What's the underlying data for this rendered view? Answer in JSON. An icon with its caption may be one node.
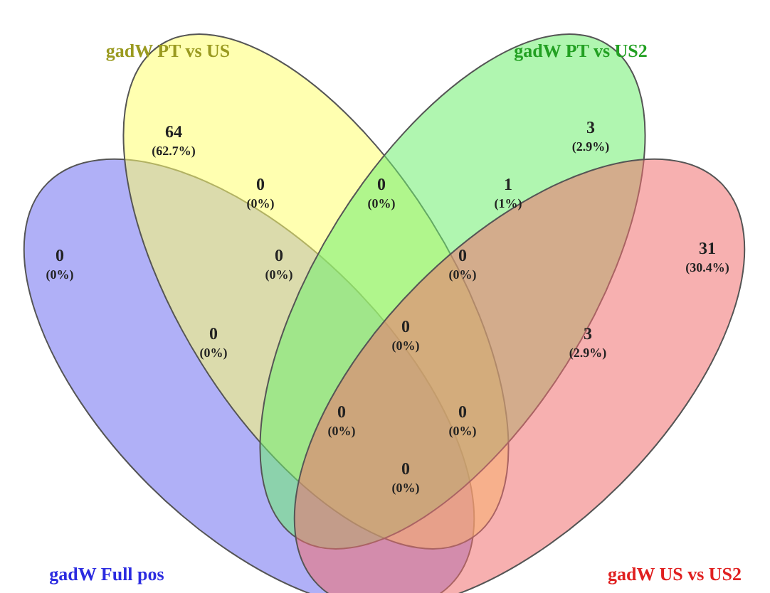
{
  "diagram": {
    "nodes": [
      {
        "text": [
          "gadW Full pos"
        ]
      },
      {
        "text": [
          "gadW PT vs US"
        ]
      },
      {
        "text": [
          "gadW PT vs US2"
        ]
      },
      {
        "text": [
          "gadW US vs US2"
        ]
      }
    ],
    "labels": [
      "64",
      "(62.7%)",
      "3",
      "(2.9%)",
      "0",
      "(0%)",
      "0",
      "(0%)",
      "1",
      "(1%)",
      "31",
      "(30.4%)",
      "0",
      "(0%)",
      "0",
      "(0%)",
      "0",
      "(0%)",
      "0",
      "(0%)",
      "0",
      "(0%)",
      "3",
      "(2.9%)",
      "0",
      "(0%)",
      "0",
      "(0%)",
      "0",
      "(0%)"
    ]
  }
}
